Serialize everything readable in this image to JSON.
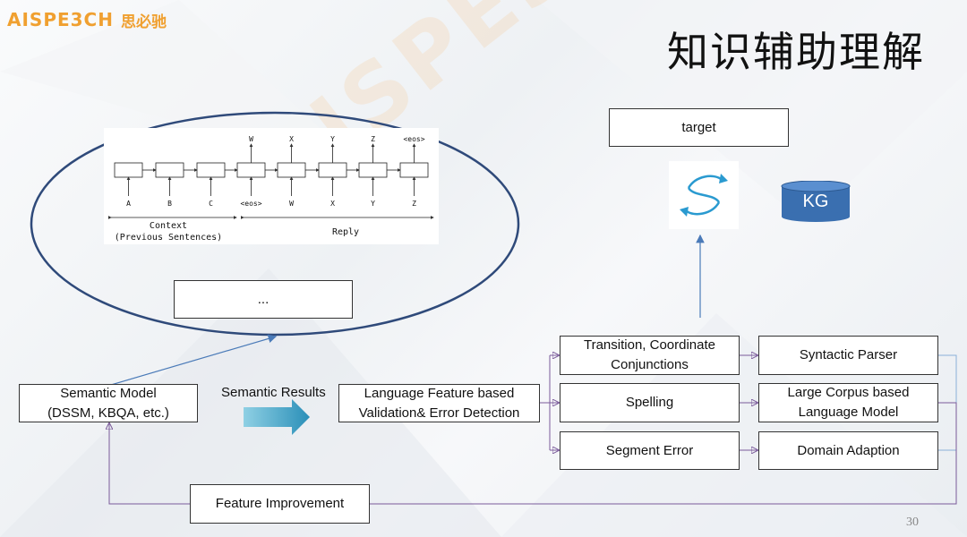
{
  "header": {
    "logo_text": "AISPE3CH",
    "logo_cn": "思必驰",
    "title": "知识辅助理解"
  },
  "watermark": "AISPE3CH 思必驰",
  "seq2seq": {
    "top_labels": [
      "W",
      "X",
      "Y",
      "Z",
      "<eos>"
    ],
    "bottom_labels": [
      "A",
      "B",
      "C",
      "<eos>",
      "W",
      "X",
      "Y",
      "Z"
    ],
    "context_label": "Context",
    "context_sub": "(Previous Sentences)",
    "reply_label": "Reply"
  },
  "nodes": {
    "ellipsis": "...",
    "target": "target",
    "kg": "KG",
    "semantic_model_line1": "Semantic Model",
    "semantic_model_line2": "(DSSM, KBQA, etc.)",
    "semantic_results": "Semantic Results",
    "lang_feature_line1": "Language Feature based",
    "lang_feature_line2": "Validation& Error Detection",
    "transition_line1": "Transition, Coordinate",
    "transition_line2": "Conjunctions",
    "spelling": "Spelling",
    "segment_error": "Segment Error",
    "syntactic_parser": "Syntactic Parser",
    "large_corpus_line1": "Large Corpus based",
    "large_corpus_line2": "Language Model",
    "domain_adaption": "Domain Adaption",
    "feature_improvement": "Feature Improvement"
  },
  "page_number": "30",
  "colors": {
    "ellipse": "#2f4a7a",
    "kg_fill": "#3a6fb0",
    "connector_purple": "#7a5a9a",
    "connector_blue": "#4a7ab8",
    "logo_orange": "#f0a030",
    "fat_arrow": "#4aa8c8"
  }
}
